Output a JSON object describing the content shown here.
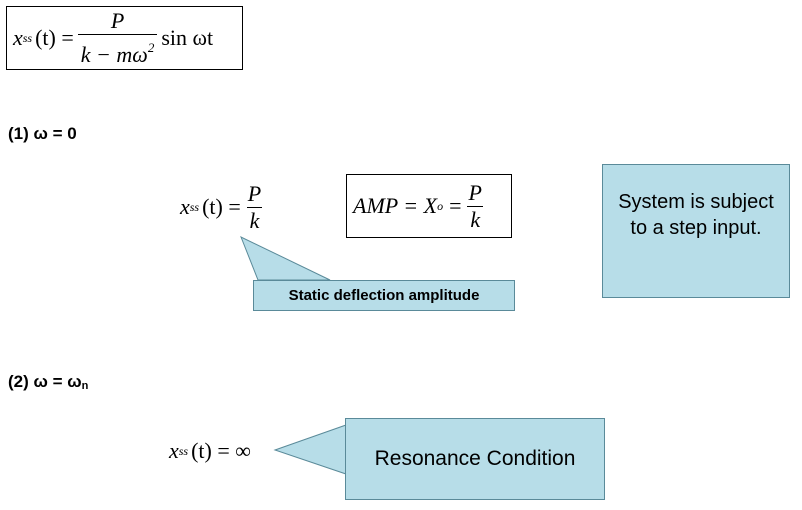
{
  "formula_main": {
    "lhs_var": "x",
    "lhs_sub": "ss",
    "lhs_arg": "(t) =",
    "numerator": "P",
    "den_k": "k − m",
    "den_omega": "ω",
    "den_exp": "2",
    "trig": "sin ωt"
  },
  "case1": {
    "heading": "(1) ω = 0",
    "formula": {
      "lhs_var": "x",
      "lhs_sub": "ss",
      "lhs_arg": "(t) =",
      "numerator": "P",
      "denominator": "k"
    },
    "amp_formula": {
      "lhs": "AMP = X",
      "lhs_sub": "o",
      "eq": "=",
      "numerator": "P",
      "denominator": "k"
    },
    "callout": "Static deflection amplitude",
    "note_box": "System is subject to a step input."
  },
  "case2": {
    "heading_prefix": "(2) ω = ω",
    "heading_sub": "n",
    "formula": {
      "lhs_var": "x",
      "lhs_sub": "ss",
      "lhs_arg": "(t) = ∞"
    },
    "callout": "Resonance Condition"
  },
  "colors": {
    "callout_fill": "#b7dde8",
    "callout_border": "#5a8a99"
  }
}
